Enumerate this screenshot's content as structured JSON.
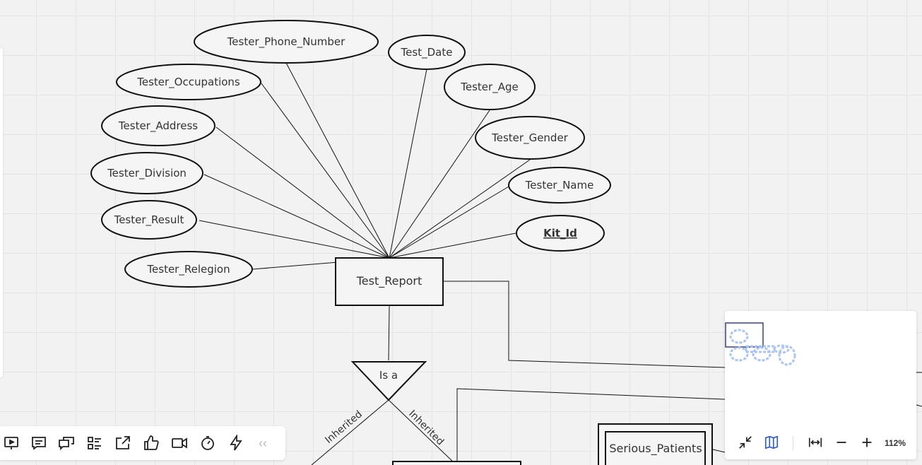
{
  "diagram": {
    "attributes": [
      {
        "id": "phone",
        "label": "Tester_Phone_Number",
        "key": false
      },
      {
        "id": "date",
        "label": "Test_Date",
        "key": false
      },
      {
        "id": "occupations",
        "label": "Tester_Occupations",
        "key": false
      },
      {
        "id": "age",
        "label": "Tester_Age",
        "key": false
      },
      {
        "id": "address",
        "label": "Tester_Address",
        "key": false
      },
      {
        "id": "gender",
        "label": "Tester_Gender",
        "key": false
      },
      {
        "id": "division",
        "label": "Tester_Division",
        "key": false
      },
      {
        "id": "name",
        "label": "Tester_Name",
        "key": false
      },
      {
        "id": "result",
        "label": "Tester_Result",
        "key": false
      },
      {
        "id": "kit",
        "label": "Kit_Id",
        "key": true
      },
      {
        "id": "relegion",
        "label": "Tester_Relegion",
        "key": false
      }
    ],
    "entities": {
      "test_report": "Test_Report",
      "serious_patients": "Serious_Patients"
    },
    "isa_label": "Is a",
    "edge_labels": {
      "left": "Inherited",
      "right": "Inherited"
    }
  },
  "toolbar": {
    "icons": [
      "present-icon",
      "comment-icon",
      "chat-icon",
      "list-icon",
      "share-icon",
      "like-icon",
      "video-icon",
      "timer-icon",
      "bolt-icon"
    ],
    "collapse_label": "‹‹"
  },
  "zoom": {
    "level": "112%"
  }
}
